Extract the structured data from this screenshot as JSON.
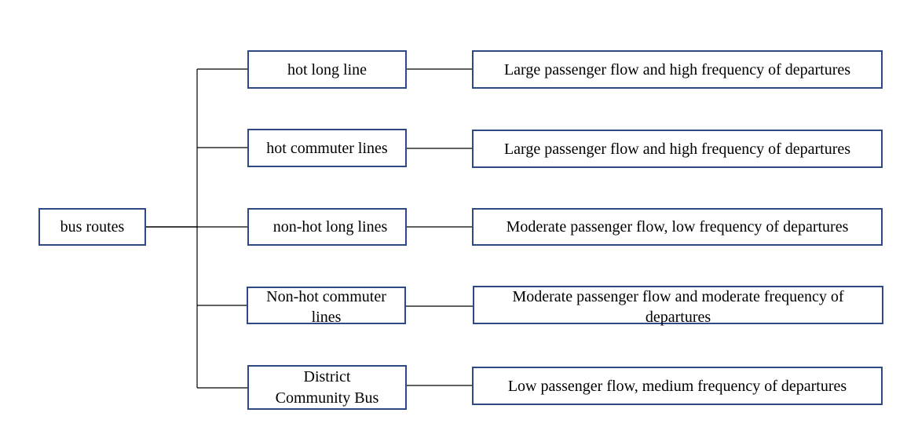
{
  "root": {
    "label": "bus routes"
  },
  "categories": [
    "hot long line",
    "hot commuter lines",
    "non-hot long lines",
    "Non-hot commuter lines",
    "District Community Bus"
  ],
  "descriptions": [
    "Large passenger flow and high frequency of departures",
    "Large passenger flow and high frequency of departures",
    "Moderate passenger flow, low frequency of departures",
    "Moderate passenger flow and moderate frequency of departures",
    "Low passenger flow, medium frequency of departures"
  ],
  "colors": {
    "border": "#2e4a86",
    "line": "#000000"
  }
}
